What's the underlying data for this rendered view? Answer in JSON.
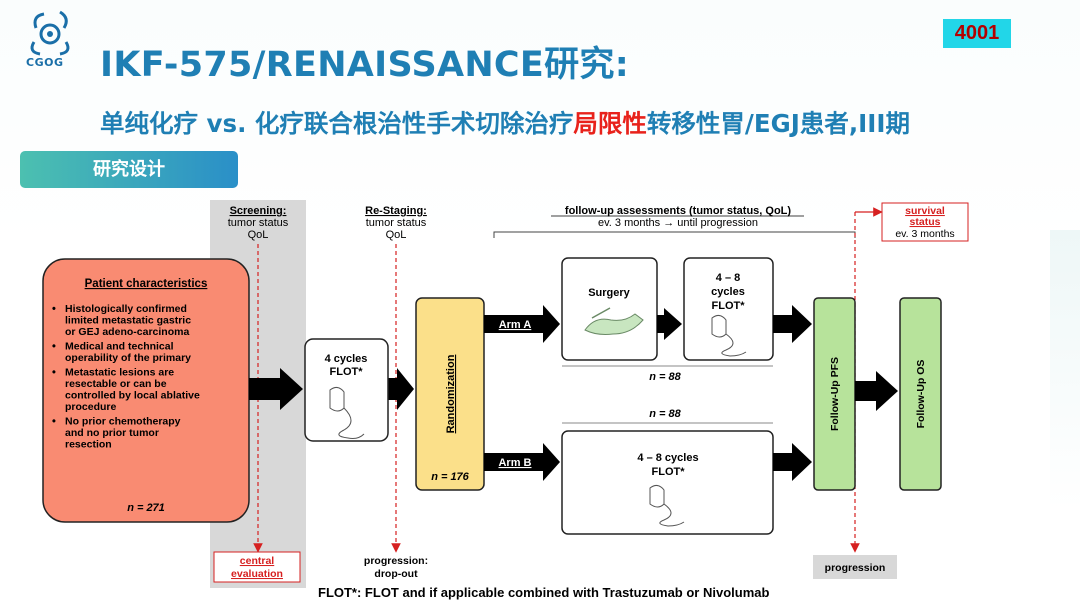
{
  "header": {
    "logo_text": "CGOG",
    "title": "IKF-575/RENAISSANCE研究:",
    "subtitle_part1": "单纯化疗  vs. 化疗联合根治性手术切除治疗",
    "subtitle_highlight": "局限性",
    "subtitle_part2": "转移性胃/EGJ患者,III期",
    "abstract_number": "4001",
    "section_label": "研究设计"
  },
  "diagram": {
    "screening_label": "Screening:",
    "screening_sub1": "tumor status",
    "screening_sub2": "QoL",
    "restaging_label": "Re-Staging:",
    "restaging_sub1": "tumor status",
    "restaging_sub2": "QoL",
    "followup_label": "follow-up assessments (tumor status, QoL)",
    "followup_sub": "ev. 3 months → until progression",
    "survival_label1": "survival",
    "survival_label2": "status",
    "survival_sub": "ev. 3 months",
    "patient_title": "Patient characteristics",
    "criteria": [
      [
        "Histologically confirmed",
        "limited metastatic gastric",
        "or GEJ adeno-carcinoma"
      ],
      [
        "Medical and technical",
        "operability of the primary"
      ],
      [
        "Metastatic lesions are",
        "resectable or can be",
        "controlled by local ablative",
        "procedure"
      ],
      [
        "No prior chemotherapy",
        "and no prior tumor",
        "resection"
      ]
    ],
    "patient_n": "n = 271",
    "induction_line1": "4 cycles",
    "induction_line2": "FLOT*",
    "randomization_label": "Randomization",
    "randomization_n": "n = 176",
    "arm_a": "Arm A",
    "arm_b": "Arm B",
    "surgery_label": "Surgery",
    "armA_chemo_line1": "4 – 8",
    "armA_chemo_line2": "cycles",
    "armA_chemo_line3": "FLOT*",
    "armA_n": "n = 88",
    "armB_n": "n = 88",
    "armB_chemo_line1": "4 – 8 cycles",
    "armB_chemo_line2": "FLOT*",
    "followup_pfs": "Follow-Up PFS",
    "followup_os": "Follow-Up OS",
    "central_eval1": "central",
    "central_eval2": "evaluation",
    "progression_dropout1": "progression:",
    "progression_dropout2": "drop-out",
    "progression_label": "progression",
    "footnote": "FLOT*: FLOT and if applicable combined with Trastuzumab or Nivolumab",
    "colors": {
      "patient_box": "#f98b72",
      "randomization_box": "#fbe08a",
      "followup_box": "#b7e39b",
      "title": "#1f7fb4",
      "highlight": "#e8221b"
    }
  }
}
